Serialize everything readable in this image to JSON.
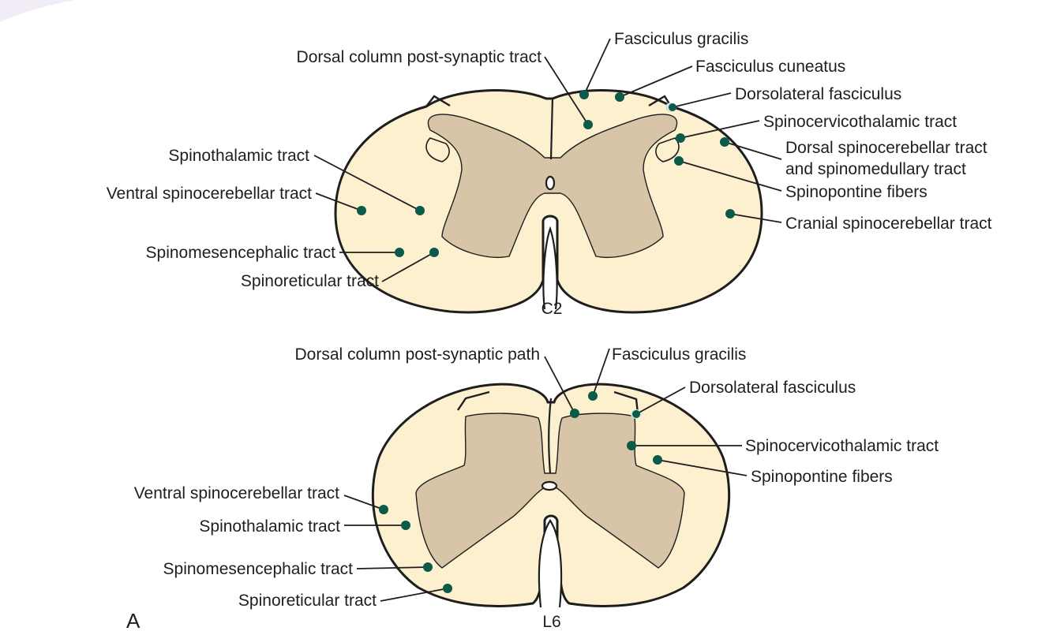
{
  "figure": {
    "panel_letter": "A",
    "sections": {
      "c2": {
        "level": "C2",
        "labels": {
          "fasciculus_gracilis": "Fasciculus gracilis",
          "dorsal_column_post_synaptic": "Dorsal column post-synaptic tract",
          "fasciculus_cuneatus": "Fasciculus cuneatus",
          "dorsolateral_fasciculus": "Dorsolateral fasciculus",
          "spinocervicothalamic": "Spinocervicothalamic tract",
          "dorsal_spinocerebellar_line1": "Dorsal spinocerebellar tract",
          "dorsal_spinocerebellar_line2": "and spinomedullary tract",
          "spinothalamic": "Spinothalamic tract",
          "ventral_spinocerebellar": "Ventral spinocerebellar tract",
          "spinopontine": "Spinopontine fibers",
          "cranial_spinocerebellar": "Cranial spinocerebellar tract",
          "spinomesencephalic": "Spinomesencephalic tract",
          "spinoreticular": "Spinoreticular tract"
        }
      },
      "l6": {
        "level": "L6",
        "labels": {
          "dorsal_column_post_synaptic": "Dorsal column post-synaptic path",
          "fasciculus_gracilis": "Fasciculus gracilis",
          "dorsolateral_fasciculus": "Dorsolateral fasciculus",
          "spinocervicothalamic": "Spinocervicothalamic tract",
          "spinopontine": "Spinopontine fibers",
          "ventral_spinocerebellar": "Ventral spinocerebellar tract",
          "spinothalamic": "Spinothalamic tract",
          "spinomesencephalic": "Spinomesencephalic tract",
          "spinoreticular": "Spinoreticular tract"
        }
      }
    },
    "colors": {
      "white_matter": "#fdf0cf",
      "gray_matter": "#d8c4a6",
      "tract_marker": "#0b5a4a",
      "outline": "#1e1e1e"
    }
  }
}
